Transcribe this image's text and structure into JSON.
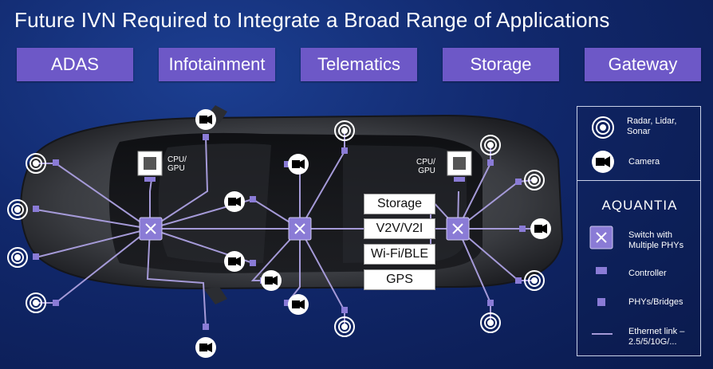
{
  "title": "Future IVN Required to Integrate a Broad Range of Applications",
  "applications": [
    "ADAS",
    "Infotainment",
    "Telematics",
    "Storage",
    "Gateway"
  ],
  "in_car_boxes": [
    "Storage",
    "V2V/V2I",
    "Wi-Fi/BLE",
    "GPS"
  ],
  "cpu_labels": [
    "CPU/\nGPU",
    "CPU/\nGPU"
  ],
  "legend": {
    "radar": "Radar, Lidar,\nSonar",
    "camera": "Camera",
    "brand": "AQUANTIA",
    "switch": "Switch with\nMultiple PHYs",
    "controller": "Controller",
    "phy": "PHYs/Bridges",
    "link": "Ethernet link –\n2.5/5/10G/..."
  },
  "colors": {
    "app_button": "#6d58c7",
    "link": "#a59ad8",
    "chip": "#8a7bd6"
  }
}
